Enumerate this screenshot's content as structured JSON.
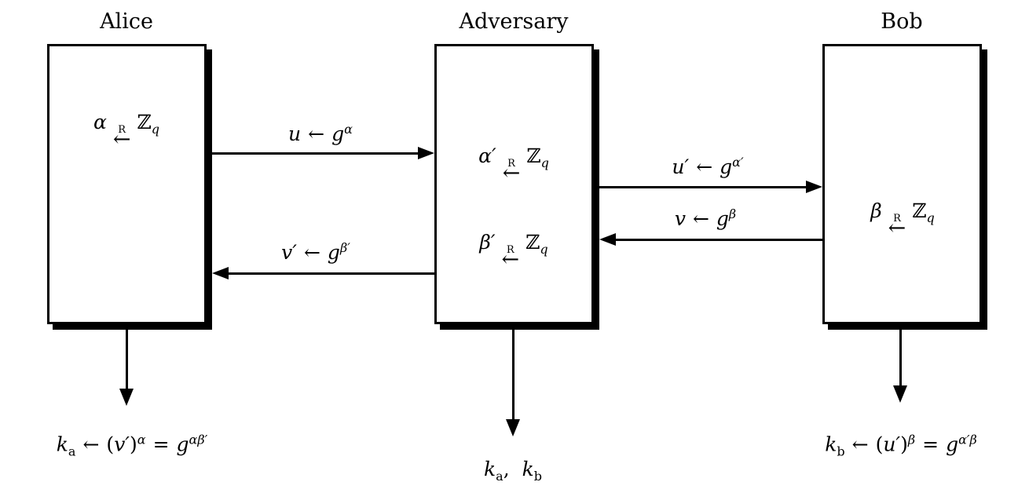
{
  "page": {
    "background": "#ffffff",
    "ink": "#000000"
  },
  "boxes": [
    {
      "id": "alice",
      "title": "Alice",
      "lines": [
        [
          {
            "t": "i",
            "v": "α"
          },
          {
            "t": "xlarr",
            "over": "R",
            "arrow": "←"
          },
          {
            "t": "bb",
            "v": "ℤ"
          },
          {
            "t": "subi",
            "v": "q"
          }
        ]
      ]
    },
    {
      "id": "adversary",
      "title": "Adversary",
      "lines": [
        [
          {
            "t": "i",
            "v": "α′"
          },
          {
            "t": "xlarr",
            "over": "R",
            "arrow": "←"
          },
          {
            "t": "bb",
            "v": "ℤ"
          },
          {
            "t": "subi",
            "v": "q"
          }
        ],
        [
          {
            "t": "i",
            "v": "β′"
          },
          {
            "t": "xlarr",
            "over": "R",
            "arrow": "←"
          },
          {
            "t": "bb",
            "v": "ℤ"
          },
          {
            "t": "subi",
            "v": "q"
          }
        ]
      ]
    },
    {
      "id": "bob",
      "title": "Bob",
      "lines": [
        [
          {
            "t": "i",
            "v": "β"
          },
          {
            "t": "xlarr",
            "over": "R",
            "arrow": "←"
          },
          {
            "t": "bb",
            "v": "ℤ"
          },
          {
            "t": "subi",
            "v": "q"
          }
        ]
      ]
    }
  ],
  "messages": [
    {
      "id": "u",
      "direction": "right",
      "label": [
        {
          "t": "i",
          "v": "u"
        },
        {
          "t": "op",
          "v": "←"
        },
        {
          "t": "i",
          "v": "g"
        },
        {
          "t": "sup",
          "v": "α"
        }
      ]
    },
    {
      "id": "v-prime",
      "direction": "left",
      "label": [
        {
          "t": "i",
          "v": "v′"
        },
        {
          "t": "op",
          "v": "←"
        },
        {
          "t": "i",
          "v": "g"
        },
        {
          "t": "sup",
          "v": "β′"
        }
      ]
    },
    {
      "id": "u-prime",
      "direction": "right",
      "label": [
        {
          "t": "i",
          "v": "u′"
        },
        {
          "t": "op",
          "v": "←"
        },
        {
          "t": "i",
          "v": "g"
        },
        {
          "t": "sup",
          "v": "α′"
        }
      ]
    },
    {
      "id": "v",
      "direction": "left",
      "label": [
        {
          "t": "i",
          "v": "v"
        },
        {
          "t": "op",
          "v": "←"
        },
        {
          "t": "i",
          "v": "g"
        },
        {
          "t": "sup",
          "v": "β"
        }
      ]
    }
  ],
  "outputs": [
    {
      "id": "alice-key",
      "label": [
        {
          "t": "i",
          "v": "k"
        },
        {
          "t": "subr",
          "v": "a"
        },
        {
          "t": "op",
          "v": "←"
        },
        {
          "t": "r",
          "v": "("
        },
        {
          "t": "i",
          "v": "v′"
        },
        {
          "t": "r",
          "v": ")"
        },
        {
          "t": "sup",
          "v": "α"
        },
        {
          "t": "op",
          "v": "="
        },
        {
          "t": "i",
          "v": "g"
        },
        {
          "t": "sup",
          "v": "αβ′"
        }
      ]
    },
    {
      "id": "adversary-keys",
      "label": [
        {
          "t": "i",
          "v": "k"
        },
        {
          "t": "subr",
          "v": "a"
        },
        {
          "t": "r",
          "v": ",  "
        },
        {
          "t": "i",
          "v": "k"
        },
        {
          "t": "subr",
          "v": "b"
        }
      ]
    },
    {
      "id": "bob-key",
      "label": [
        {
          "t": "i",
          "v": "k"
        },
        {
          "t": "subr",
          "v": "b"
        },
        {
          "t": "op",
          "v": "←"
        },
        {
          "t": "r",
          "v": "("
        },
        {
          "t": "i",
          "v": "u′"
        },
        {
          "t": "r",
          "v": ")"
        },
        {
          "t": "sup",
          "v": "β"
        },
        {
          "t": "op",
          "v": "="
        },
        {
          "t": "i",
          "v": "g"
        },
        {
          "t": "sup",
          "v": "α′β"
        }
      ]
    }
  ]
}
